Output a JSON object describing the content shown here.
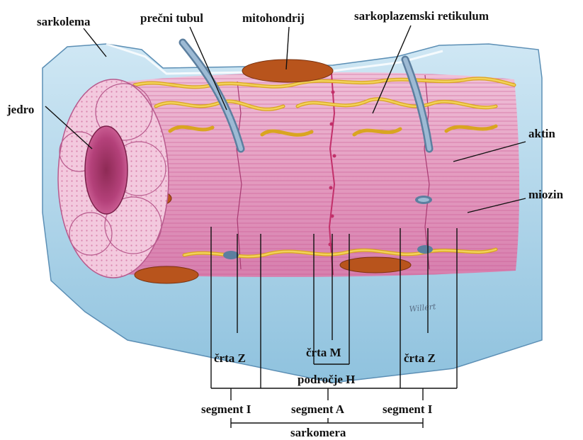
{
  "labels": {
    "sarkolema": "sarkolema",
    "precni_tubul": "prečni tubul",
    "mitohondrij": "mitohondrij",
    "sarkoplazemski_retikulum": "sarkoplazemski retikulum",
    "jedro": "jedro",
    "aktin": "aktin",
    "miozin": "miozin",
    "crta_z_left": "črta Z",
    "crta_m": "črta M",
    "crta_z_right": "črta Z",
    "podrocje_h": "področje H",
    "segment_i_left": "segment I",
    "segment_a": "segment A",
    "segment_i_right": "segment I",
    "sarkomera": "sarkomera"
  },
  "signature": "Willert",
  "colors": {
    "sarcolemma_blue": "#a9d4ea",
    "myofibril_pink": "#e7a2c4",
    "reticulum_yellow": "#f2d25a",
    "mitochondria_brown": "#b8541c",
    "tubule_blue": "#7c9ec0",
    "nucleus_magenta": "#b4417a"
  }
}
